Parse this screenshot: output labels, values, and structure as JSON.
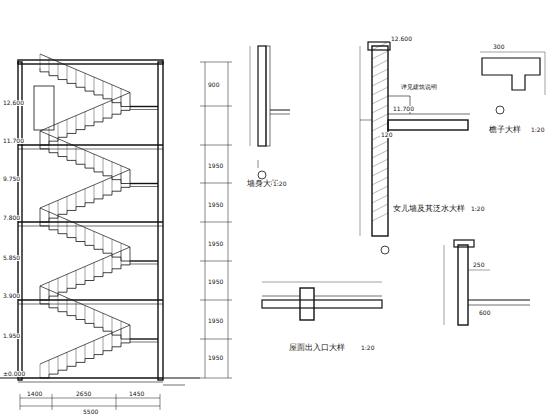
{
  "diagram": {
    "labels": [
      "±0.000",
      "1.950",
      "3.900",
      "5.850",
      "7.800",
      "9.750",
      "11.700",
      "12.600",
      "1950",
      "1950",
      "1950",
      "1950",
      "1950",
      "1950",
      "900",
      "1400",
      "2650",
      "1450",
      "5500",
      "墙身大样",
      "1:20",
      "女儿墙及其泛水大样",
      "1:20",
      "檐子大样",
      "1:20",
      "屋面出入口大样",
      "1:20",
      "详见建筑说明",
      "12.600",
      "11.700",
      "300",
      "120",
      "250",
      "600"
    ]
  }
}
